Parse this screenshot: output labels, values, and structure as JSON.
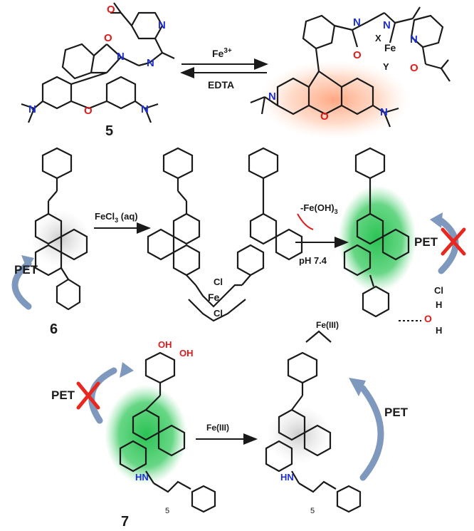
{
  "colors": {
    "bond": "#1a1a1a",
    "nitrogen": "#1d2fd6",
    "oxygen": "#e11b1b",
    "green_glow": "#1fbf4a",
    "orange_glow": "#ff9a6a",
    "pet_arrow": "#7f98be",
    "cross": "#e8281e"
  },
  "scheme1": {
    "compound_label": "5",
    "forward_reagent": "Fe",
    "forward_reagent_sup": "3+",
    "reverse_reagent": "EDTA",
    "complex_ligand_x": "X",
    "complex_ligand_y": "Y",
    "iron": "Fe"
  },
  "scheme2": {
    "compound_label": "6",
    "reagent": "FeCl",
    "reagent_sub": "3",
    "reagent_suffix": " (aq)",
    "elimination": "-Fe(OH)",
    "elimination_sub": "3",
    "condition": "pH 7.4",
    "iron": "Fe",
    "chloride_top": "Cl",
    "chloride_bottom": "Cl",
    "pet_left": "PET",
    "pet_right": "PET",
    "hcl": "Cl",
    "h_label": "H"
  },
  "scheme3": {
    "compound_label": "7",
    "reagent": "Fe(III)",
    "complex_metal": "Fe(III)",
    "pet_left": "PET",
    "pet_right": "PET",
    "chain_count": "5",
    "hydroxyl": "OH",
    "amine": "HN"
  }
}
